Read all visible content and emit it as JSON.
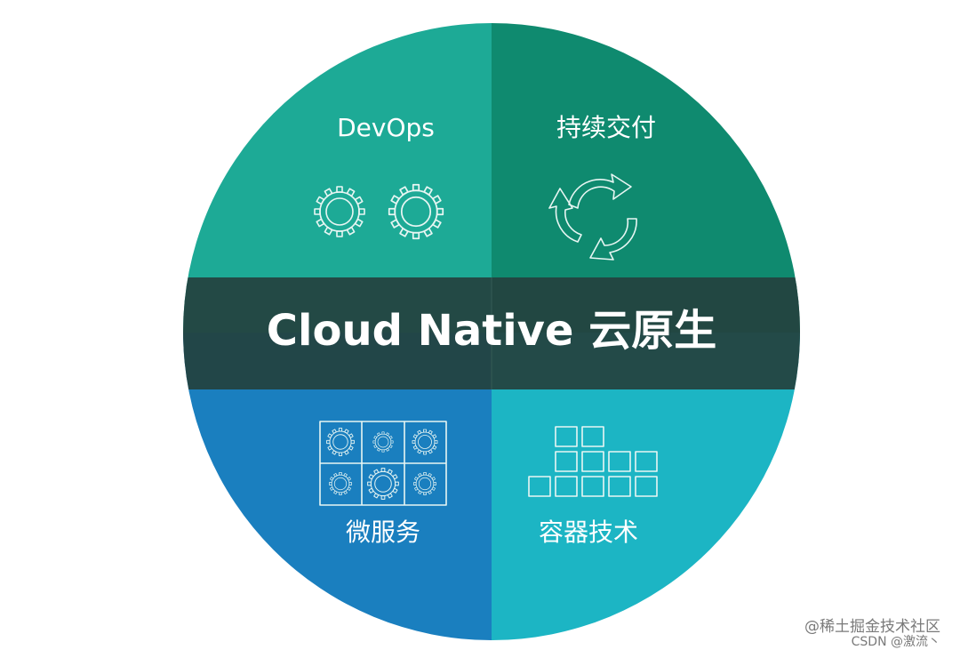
{
  "diagram": {
    "center_title": "Cloud Native 云原生",
    "quadrants": {
      "devops": "DevOps",
      "continuous_delivery": "持续交付",
      "microservices": "微服务",
      "containers": "容器技术"
    },
    "colors": {
      "devops": "#1daa96",
      "continuous_delivery": "#0f8a6f",
      "microservices": "#1a7fbf",
      "containers": "#1cb5c4",
      "band": "#24423e"
    }
  },
  "watermarks": {
    "juejin": "@稀土掘金技术社区",
    "csdn": "CSDN @激流丶"
  }
}
